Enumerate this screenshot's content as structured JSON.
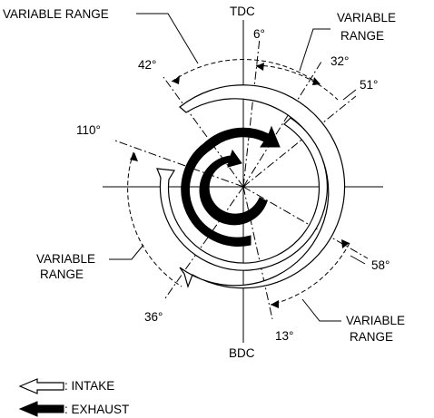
{
  "labels": {
    "tdc": "TDC",
    "bdc": "BDC",
    "variable_range": "VARIABLE RANGE",
    "variable": "VARIABLE",
    "range": "RANGE",
    "deg_6": "6°",
    "deg_32": "32°",
    "deg_42": "42°",
    "deg_51": "51°",
    "deg_110": "110°",
    "deg_58": "58°",
    "deg_36": "36°",
    "deg_13": "13°"
  },
  "legend": {
    "intake": ": INTAKE",
    "exhaust": ": EXHAUST"
  },
  "colors": {
    "ink": "#000000",
    "paper": "#ffffff"
  }
}
